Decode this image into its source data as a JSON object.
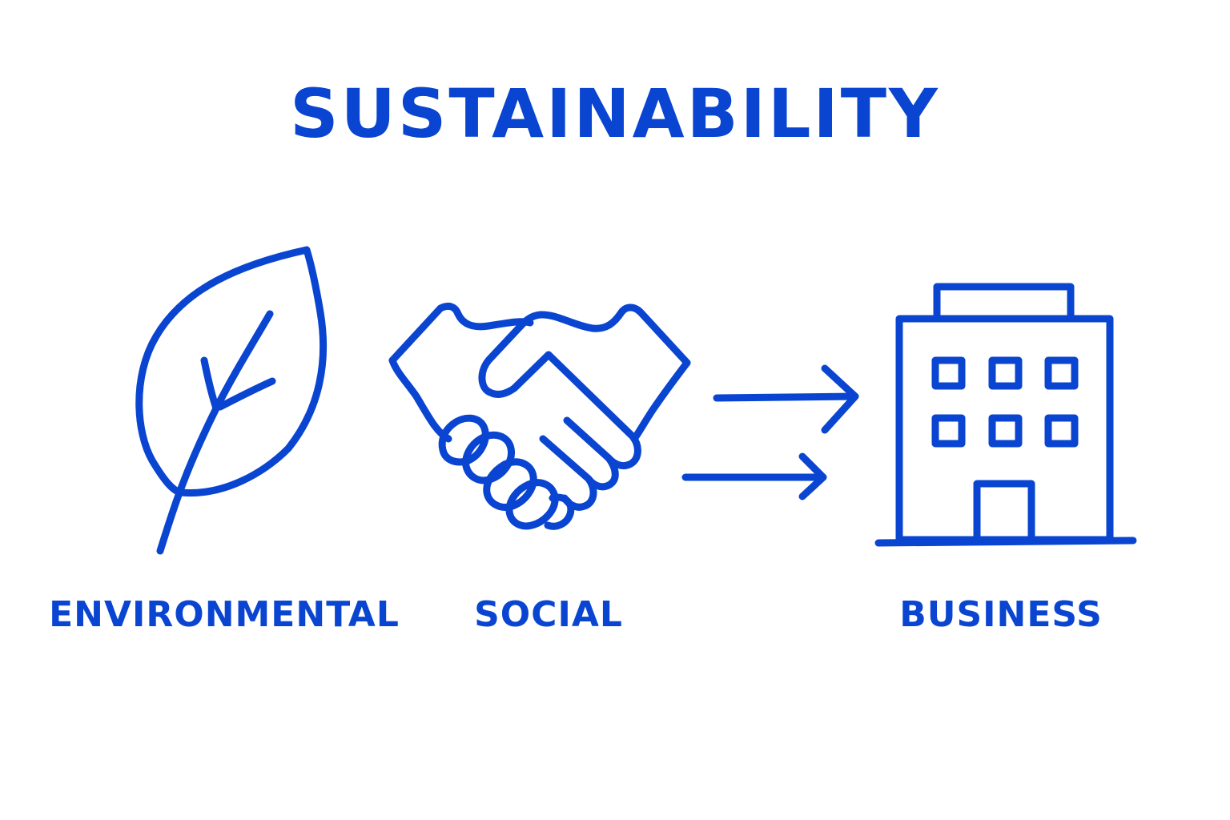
{
  "title": "SUSTAINABILITY",
  "pillars": [
    {
      "label": "ENVIRONMENTAL",
      "icon": "leaf-icon"
    },
    {
      "label": "SOCIAL",
      "icon": "handshake-icon"
    },
    {
      "label": "BUSINESS",
      "icon": "office-building-icon"
    }
  ],
  "connector_icon": "double-arrow-right-icon",
  "colors": {
    "accent": "#0a45d1",
    "background": "#ffffff"
  }
}
